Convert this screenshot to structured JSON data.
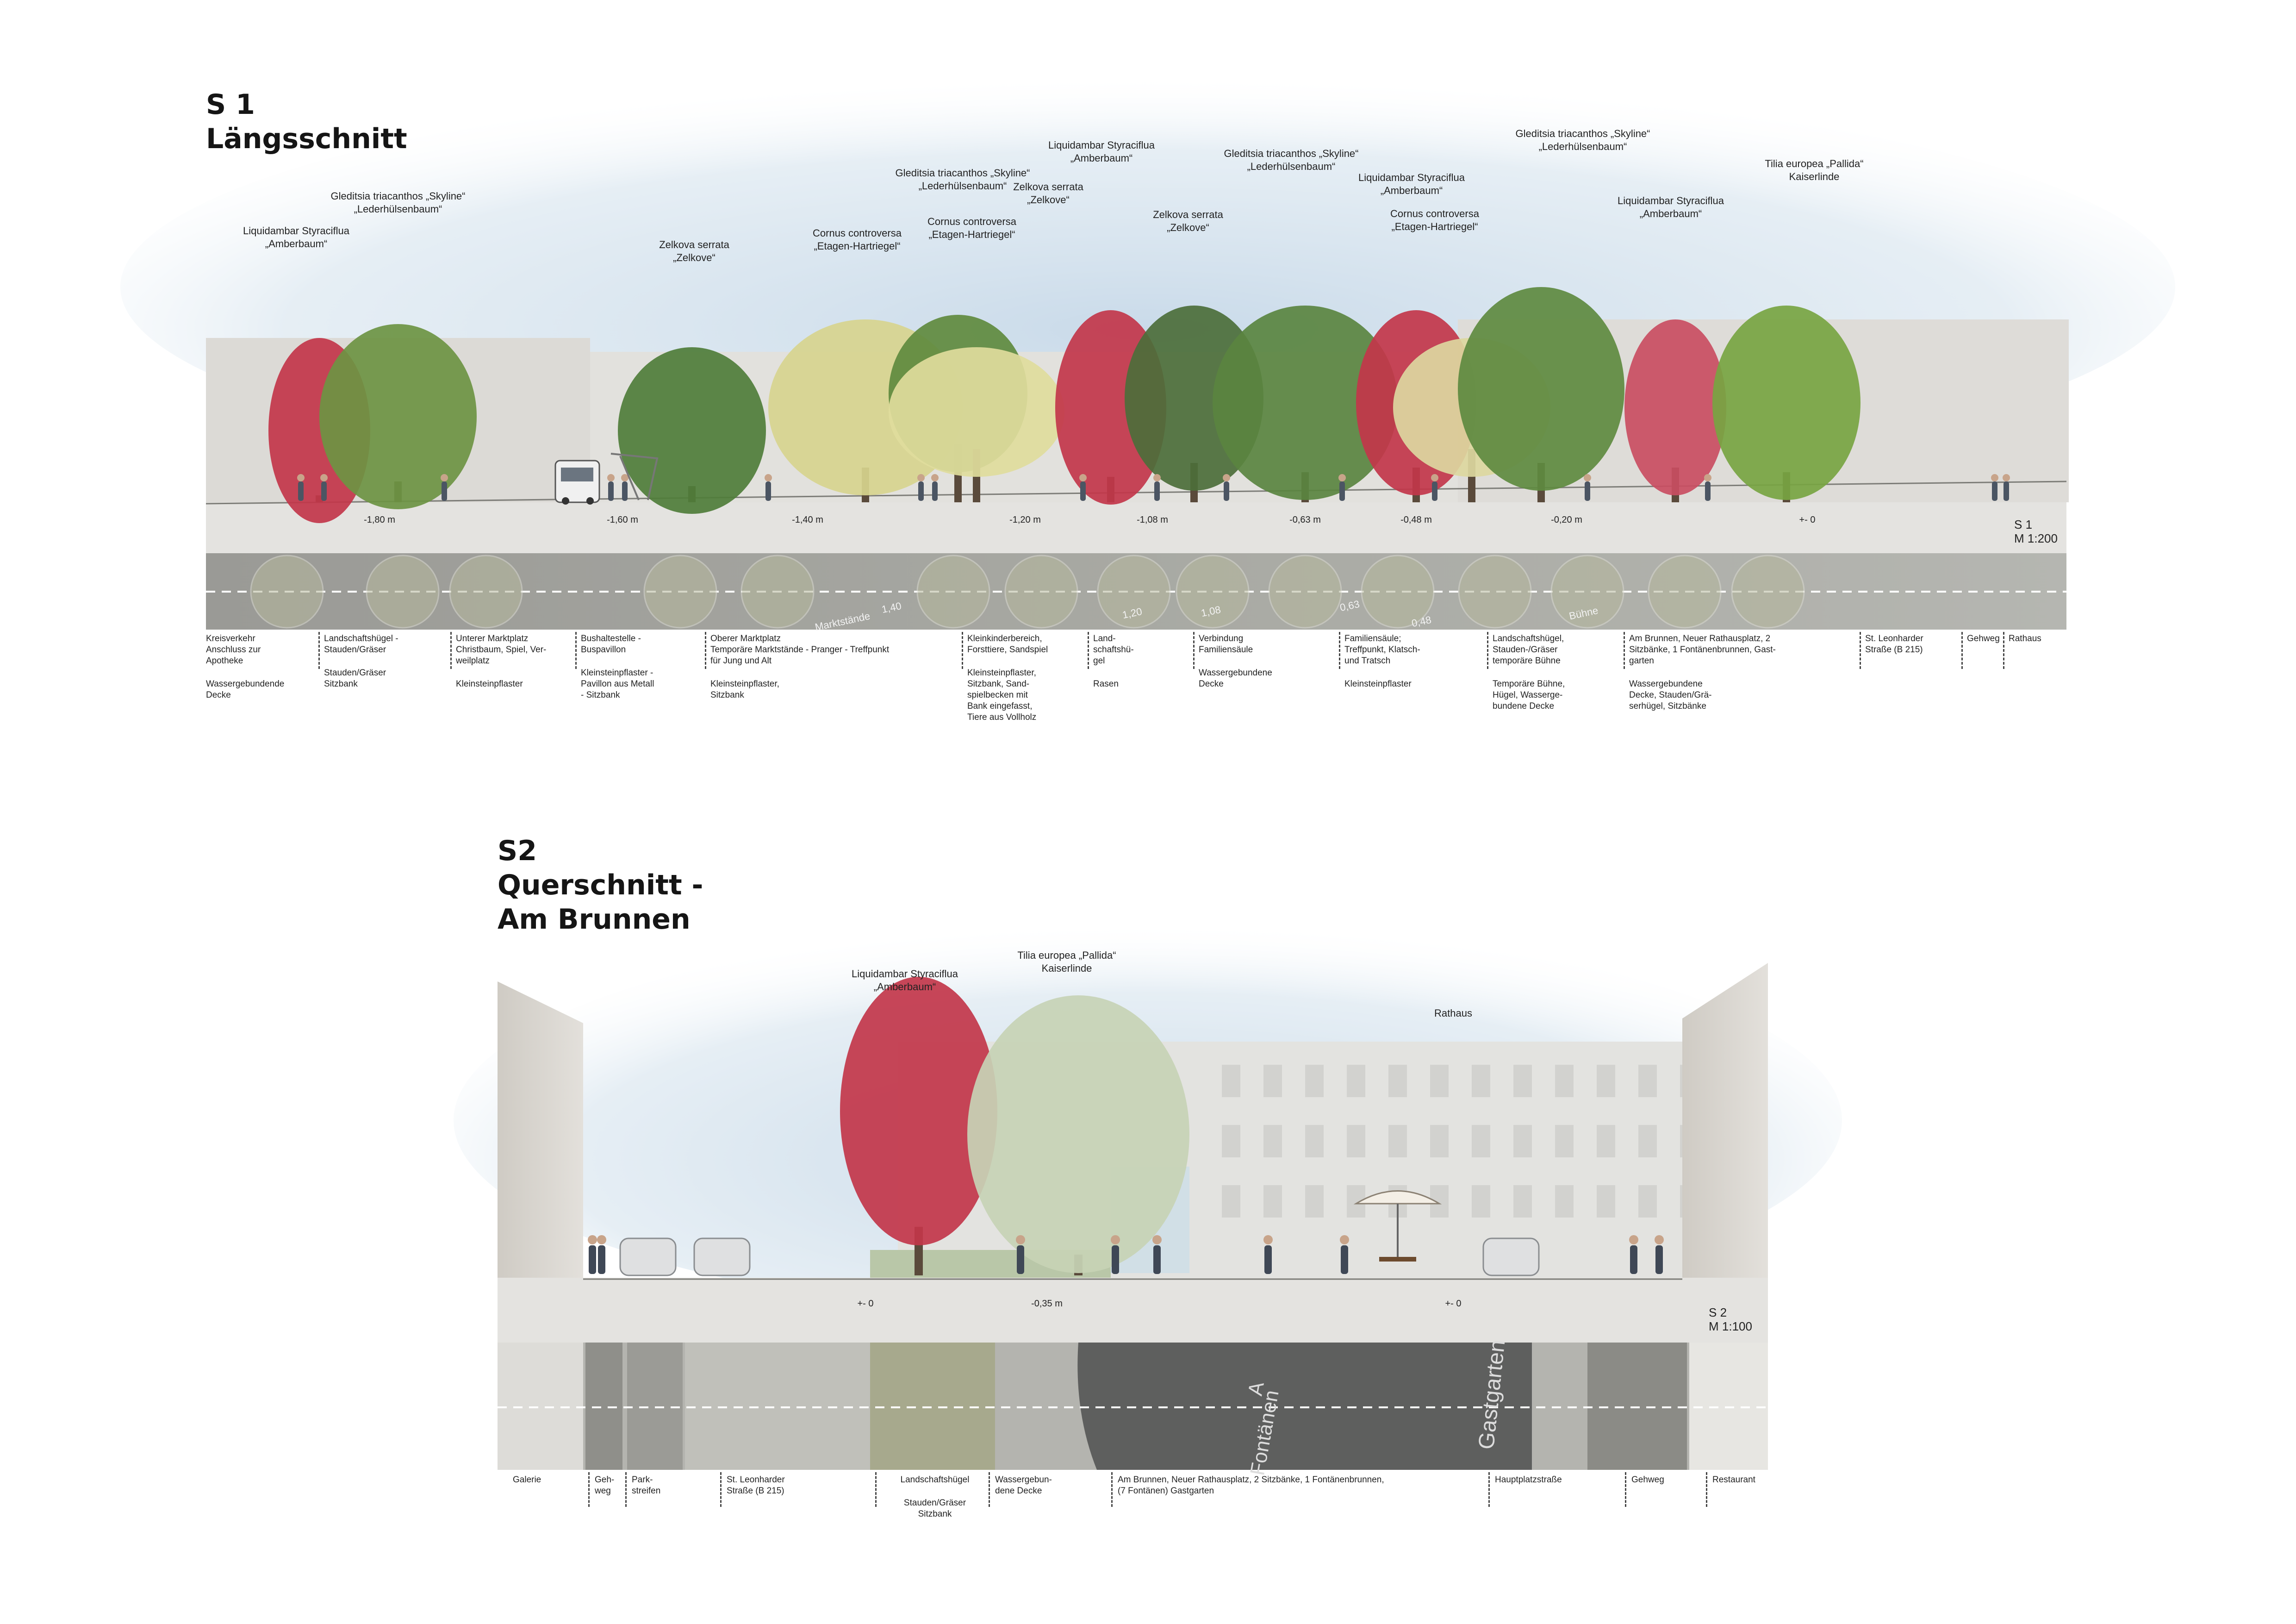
{
  "s1": {
    "code": "S 1",
    "title": "Längsschnitt",
    "scale_code": "S 1",
    "scale": "M 1:200",
    "tree_labels": [
      {
        "l1": "Liquidambar Styraciflua",
        "l2": "„Amberbaum“"
      },
      {
        "l1": "Gleditsia triacanthos „Skyline“",
        "l2": "„Lederhülsenbaum“"
      },
      {
        "l1": "Zelkova serrata",
        "l2": "„Zelkove“"
      },
      {
        "l1": "Cornus controversa",
        "l2": "„Etagen-Hartriegel“"
      },
      {
        "l1": "Gleditsia triacanthos „Skyline“",
        "l2": "„Lederhülsenbaum“"
      },
      {
        "l1": "Cornus controversa",
        "l2": "„Etagen-Hartriegel“"
      },
      {
        "l1": "Zelkova serrata",
        "l2": "„Zelkove“"
      },
      {
        "l1": "Liquidambar Styraciflua",
        "l2": "„Amberbaum“"
      },
      {
        "l1": "Zelkova serrata",
        "l2": "„Zelkove“"
      },
      {
        "l1": "Gleditsia triacanthos „Skyline“",
        "l2": "„Lederhülsenbaum“"
      },
      {
        "l1": "Liquidambar Styraciflua",
        "l2": "„Amberbaum“"
      },
      {
        "l1": "Cornus controversa",
        "l2": "„Etagen-Hartriegel“"
      },
      {
        "l1": "Gleditsia triacanthos „Skyline“",
        "l2": "„Lederhülsenbaum“"
      },
      {
        "l1": "Liquidambar Styraciflua",
        "l2": "„Amberbaum“"
      },
      {
        "l1": "Tilia europea „Pallida“",
        "l2": "Kaiserlinde"
      }
    ],
    "levels": [
      "-1,80 m",
      "-1,60 m",
      "-1,40 m",
      "-1,20 m",
      "-1,08 m",
      "-0,63 m",
      "-0,48 m",
      "-0,20 m",
      "+- 0"
    ],
    "plan_texts": [
      "Marktstände",
      "1,40",
      "1,20",
      "1,08",
      "0,63",
      "0,48",
      "Bühne"
    ],
    "zones": [
      {
        "name": "Kreisverkehr\nAnschluss zur\nApotheke",
        "material": "Wassergebundende\nDecke"
      },
      {
        "name": "Landschaftshügel -\nStauden/Gräser",
        "material": "Stauden/Gräser\nSitzbank"
      },
      {
        "name": "Unterer Marktplatz\nChristbaum, Spiel, Ver-\nweilplatz",
        "material": "Kleinsteinpflaster"
      },
      {
        "name": "Bushaltestelle -\nBuspavillon",
        "material": "Kleinsteinpflaster -\nPavillon aus Metall\n- Sitzbank"
      },
      {
        "name": "Oberer Marktplatz\nTemporäre Marktstände - Pranger - Treffpunkt\nfür Jung und Alt",
        "material": "Kleinsteinpflaster,\nSitzbank"
      },
      {
        "name": "Kleinkinderbereich,\nForsttiere, Sandspiel",
        "material": "Kleinsteinpflaster,\nSitzbank, Sand-\nspielbecken mit\nBank eingefasst,\nTiere aus Vollholz"
      },
      {
        "name": "Land-\nschaftshü-\ngel",
        "material": "Rasen"
      },
      {
        "name": "Verbindung\nFamiliensäule",
        "material": "Wassergebundene\nDecke"
      },
      {
        "name": "Familiensäule;\nTreffpunkt, Klatsch-\nund Tratsch",
        "material": "Kleinsteinpflaster"
      },
      {
        "name": "Landschaftshügel,\nStauden-/Gräser\ntemporäre Bühne",
        "material": "Temporäre Bühne,\nHügel, Wasserge-\nbundene Decke"
      },
      {
        "name": "Am Brunnen, Neuer Rathausplatz, 2\nSitzbänke, 1 Fontänenbrunnen, Gast-\ngarten",
        "material": "Wassergebundene\nDecke, Stauden/Grä-\nserhügel, Sitzbänke"
      },
      {
        "name": "St. Leonharder\nStraße (B 215)",
        "material": ""
      },
      {
        "name": "Gehweg",
        "material": ""
      },
      {
        "name": "Rathaus",
        "material": ""
      }
    ]
  },
  "s2": {
    "code": "S2",
    "title_line1": "Querschnitt -",
    "title_line2": "Am Brunnen",
    "scale_code": "S 2",
    "scale": "M 1:100",
    "tree_labels": [
      {
        "l1": "Liquidambar Styraciflua",
        "l2": "„Amberbaum“"
      },
      {
        "l1": "Tilia europea „Pallida“",
        "l2": "Kaiserlinde"
      }
    ],
    "building_label": "Rathaus",
    "levels": [
      "+- 0",
      "-0,35 m",
      "+- 0"
    ],
    "plan_texts": [
      "Fontänen",
      "Gastgarten",
      "A"
    ],
    "zones": [
      {
        "name": "Galerie",
        "material": ""
      },
      {
        "name": "Geh-\nweg",
        "material": ""
      },
      {
        "name": "Park-\nstreifen",
        "material": ""
      },
      {
        "name": "St. Leonharder\nStraße (B 215)",
        "material": ""
      },
      {
        "name": "Landschaftshügel",
        "material": "Stauden/Gräser\nSitzbank"
      },
      {
        "name": "Wassergebun-\ndene Decke",
        "material": ""
      },
      {
        "name": "Am Brunnen, Neuer Rathausplatz, 2 Sitzbänke, 1 Fontänenbrunnen,\n(7 Fontänen) Gastgarten",
        "material": ""
      },
      {
        "name": "Hauptplatzstraße",
        "material": ""
      },
      {
        "name": "Gehweg",
        "material": ""
      },
      {
        "name": "Restaurant",
        "material": ""
      }
    ]
  },
  "colors": {
    "sky": "#cfdde9",
    "building": "#dedcd8",
    "ground": "#e6e5e2",
    "autumn_red": "#c2364a",
    "tree_green": "#4f7d3a",
    "gleditsia_yellow": "#d7d48e",
    "plan_grey": "#8e8e8a"
  }
}
